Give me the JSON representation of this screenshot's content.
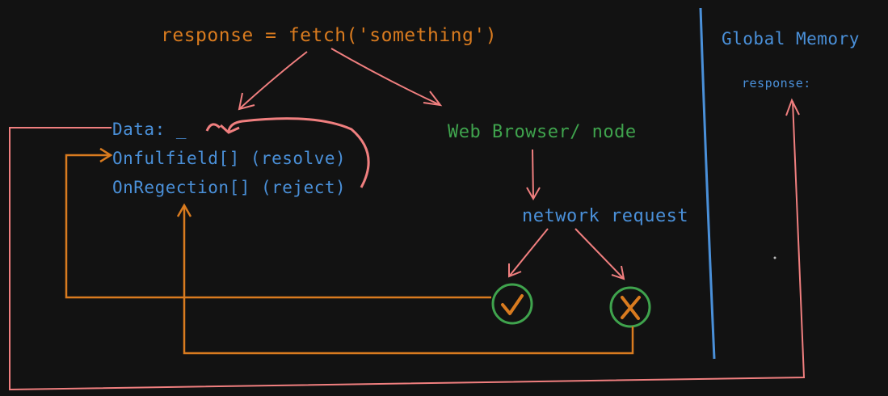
{
  "code_line": "response = fetch('something')",
  "promise": {
    "data_label": "Data: _",
    "onfulfilled_label": "Onfulfield[] (resolve)",
    "onrejection_label": "OnRegection[] (reject)"
  },
  "web_browser_label": "Web Browser/ node",
  "network_request_label": "network request",
  "global_memory": {
    "title": "Global Memory",
    "response_label": "response:"
  },
  "colors": {
    "background": "#121212",
    "arrow_red": "#f07f7f",
    "orange": "#d97b1f",
    "blue": "#4a90d9",
    "green": "#3fa34d"
  },
  "icons": {
    "success": "check-icon",
    "failure": "cross-icon"
  }
}
